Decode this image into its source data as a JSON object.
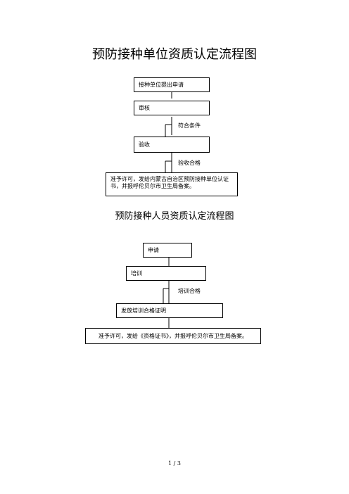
{
  "flow1": {
    "title": "预防接种单位资质认定流程图",
    "steps": [
      "接种单位提出申请",
      "审核",
      "验收"
    ],
    "notes": [
      "符合条件",
      "验收合格"
    ],
    "final": "准予许可，发给内蒙古自治区预防接种单位认证书，并报呼伦贝尔市卫生局备案。"
  },
  "flow2": {
    "title": "预防接种人员资质认定流程图",
    "steps": [
      "申请",
      "培训",
      "发放培训合格证明"
    ],
    "notes": [
      "培训合格"
    ],
    "final": "准予许可，发给《资格证书》，并报呼伦贝尔市卫生局备案。"
  },
  "footer": {
    "page": "1 / 3"
  }
}
